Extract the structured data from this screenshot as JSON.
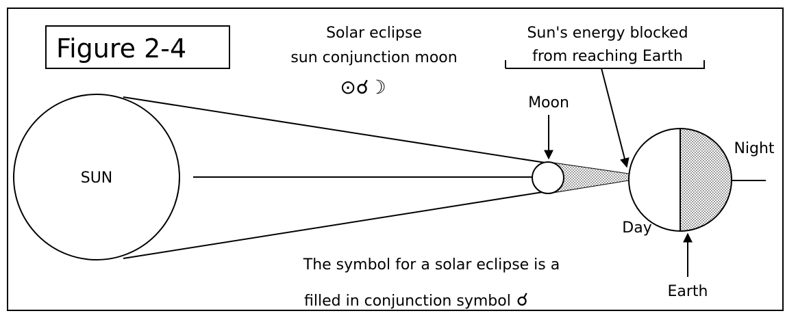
{
  "figure_label": "Figure 2-4",
  "eclipse_title": "Solar eclipse",
  "eclipse_subtitle": "sun conjunction moon",
  "symbol_row": "⊙☌☽",
  "blocked_line1": "Sun's energy blocked",
  "blocked_line2": "from reaching Earth",
  "sun_label": "SUN",
  "moon_label": "Moon",
  "night_label": "Night",
  "day_label": "Day",
  "earth_label": "Earth",
  "caption_line1": "The symbol for a solar eclipse is a",
  "caption_line2": "filled in conjunction symbol",
  "caption_symbol": "☌",
  "colors": {
    "ink": "#000000",
    "paper": "#ffffff",
    "shade": "#b8b8b8"
  }
}
